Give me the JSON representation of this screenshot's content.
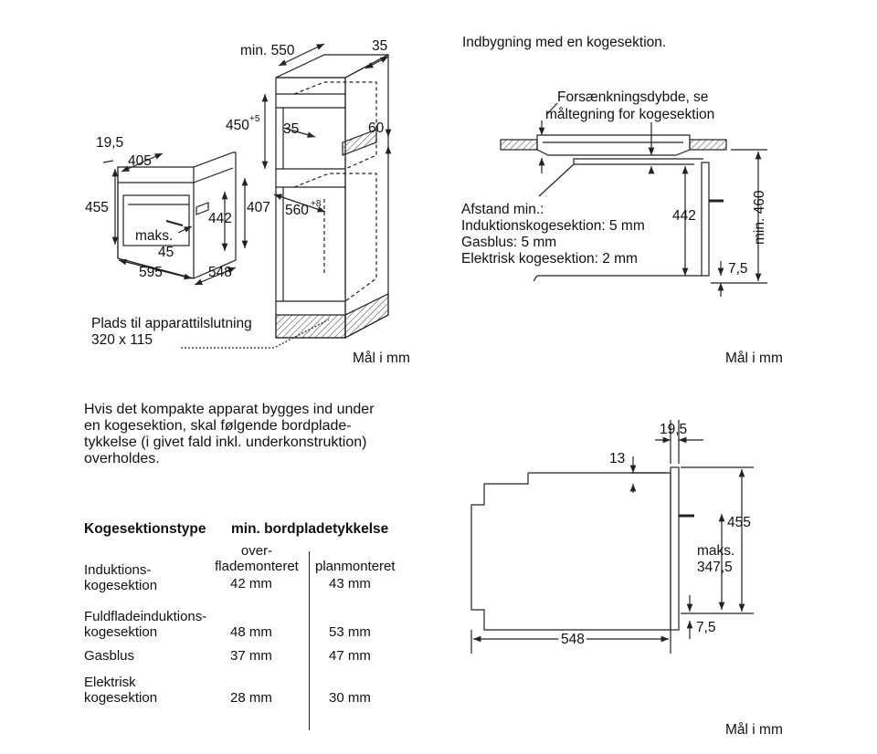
{
  "colors": {
    "line": "#222222",
    "hatch": "#555555",
    "background": "#ffffff"
  },
  "fig1": {
    "dim_min550": "min. 550",
    "dim_35_top": "35",
    "dim_450": "450",
    "dim_450_sup": "+5",
    "dim_35_mid": "35",
    "dim_60": "60",
    "dim_19_5": "19,5",
    "dim_405": "405",
    "dim_455": "455",
    "dim_442": "442",
    "dim_407": "407",
    "dim_560": "560",
    "dim_560_sup": "+8",
    "label_maks": "maks.",
    "label_45": "45",
    "dim_595": "595",
    "dim_548": "548",
    "plads_line1": "Plads til apparattilslutning",
    "plads_line2": "320 x 115",
    "unit": "Mål i mm"
  },
  "fig2": {
    "title": "Indbygning med en kogesektion.",
    "note_line1": "Forsænkningsdybde, se",
    "note_line2": "måltegning for kogesektion",
    "afstand": [
      "Afstand min.:",
      "Induktionskogesektion: 5 mm",
      "Gasblus: 5 mm",
      "Elektrisk kogesektion: 2 mm"
    ],
    "dim_442": "442",
    "dim_min460": "min. 460",
    "dim_7_5": "7,5",
    "unit": "Mål i mm"
  },
  "paragraph": [
    "Hvis det kompakte apparat bygges ind under",
    "en kogesektion, skal følgende bordplade-",
    "tykkelse (i givet fald inkl. underkonstruktion)",
    "overholdes."
  ],
  "table": {
    "header_type": "Kogesektionstype",
    "header_min": "min. bordpladetykkelse",
    "sub_over": [
      "over-",
      "flademonteret"
    ],
    "sub_plan": "planmonteret",
    "rows": [
      {
        "type": [
          "Induktions-",
          "kogesektion"
        ],
        "over": "42 mm",
        "plan": "43 mm"
      },
      {
        "type": [
          "Fuldfladeinduktions-",
          "kogesektion"
        ],
        "over": "48 mm",
        "plan": "53 mm"
      },
      {
        "type": [
          "Gasblus"
        ],
        "over": "37 mm",
        "plan": "47 mm"
      },
      {
        "type": [
          "Elektrisk",
          "kogesektion"
        ],
        "over": "28 mm",
        "plan": "30 mm"
      }
    ]
  },
  "fig3": {
    "dim_19_5": "19,5",
    "dim_13": "13",
    "dim_455": "455",
    "label_maks": "maks.",
    "dim_347_5": "347,5",
    "dim_548": "548",
    "dim_7_5": "7,5",
    "unit": "Mål i mm"
  }
}
